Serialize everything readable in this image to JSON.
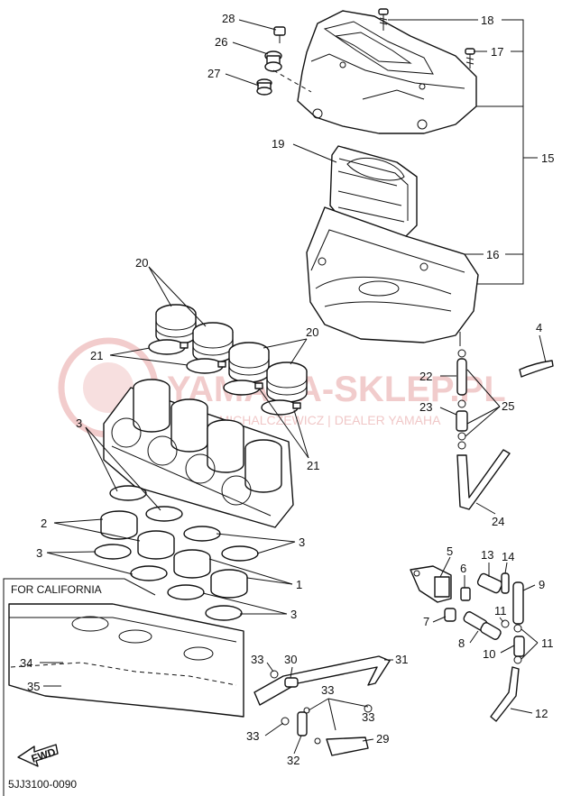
{
  "diagram": {
    "section_label": "FOR CALIFORNIA",
    "drawing_code": "5JJ3100-0090",
    "fwd_label": "FWD",
    "watermark": {
      "brand": "YAMAHA-SKLEP.PL",
      "tagline": "MOTO MICHALCZEWICZ | DEALER YAMAHA"
    },
    "callouts": {
      "c1": "1",
      "c2": "2",
      "c3a": "3",
      "c3b": "3",
      "c3c": "3",
      "c3d": "3",
      "c4": "4",
      "c5": "5",
      "c6": "6",
      "c7": "7",
      "c8": "8",
      "c9": "9",
      "c10": "10",
      "c11a": "11",
      "c11b": "11",
      "c12": "12",
      "c13": "13",
      "c14": "14",
      "c15": "15",
      "c16": "16",
      "c17": "17",
      "c18": "18",
      "c19": "19",
      "c20a": "20",
      "c20b": "20",
      "c21a": "21",
      "c21b": "21",
      "c22": "22",
      "c23": "23",
      "c24": "24",
      "c25": "25",
      "c26": "26",
      "c27": "27",
      "c28": "28",
      "c29": "29",
      "c30": "30",
      "c31": "31",
      "c32": "32",
      "c33a": "33",
      "c33b": "33",
      "c33c": "33",
      "c33d": "33",
      "c34": "34",
      "c35": "35"
    }
  }
}
